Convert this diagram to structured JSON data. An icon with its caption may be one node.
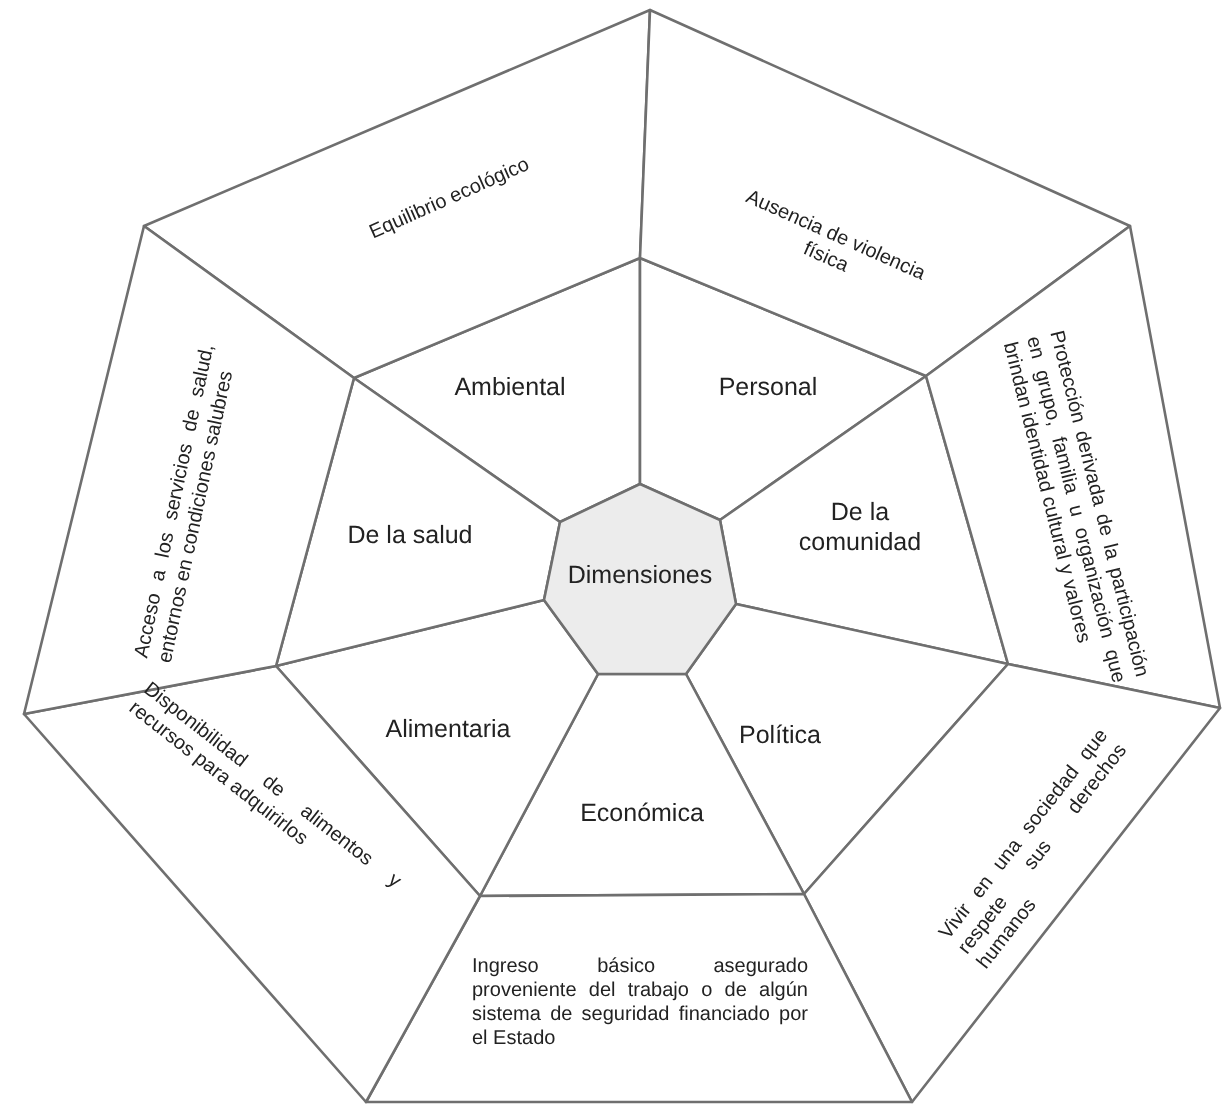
{
  "diagram": {
    "nodes": [
      {
        "text": [
          "Dimensiones"
        ]
      },
      {
        "text": [
          "Ambiental"
        ]
      },
      {
        "text": [
          "Personal"
        ]
      },
      {
        "text": [
          "De la comunidad"
        ]
      },
      {
        "text": [
          "Política"
        ]
      },
      {
        "text": [
          "Económica"
        ]
      },
      {
        "text": [
          "Alimentaria"
        ]
      },
      {
        "text": [
          "De la salud"
        ]
      },
      {
        "text": [
          "Equilibrio ecológico"
        ]
      },
      {
        "text": [
          "Ausencia de violencia física"
        ]
      },
      {
        "text": [
          "Protección derivada de la participación en grupo, familia u organización que brindan identidad cultural y valores"
        ]
      },
      {
        "text": [
          "Vivir en una sociedad que respete sus derechos humanos"
        ]
      },
      {
        "text": [
          "Ingreso básico asegurado proveniente del trabajo o de algún sistema de seguridad financiado por el Estado"
        ]
      },
      {
        "text": [
          "Disponibilidad de alimentos y recursos para adquirirlos"
        ]
      },
      {
        "text": [
          "Acceso a los servicios de salud, entornos en condiciones salubres"
        ]
      }
    ]
  }
}
